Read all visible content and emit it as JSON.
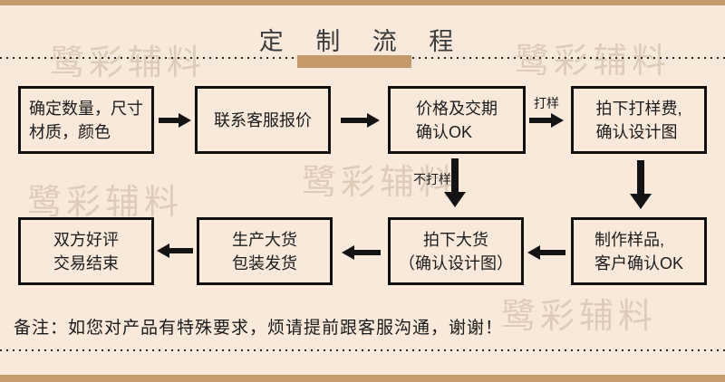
{
  "page": {
    "title": "定 制 流 程",
    "watermark_text": "鹭彩辅料",
    "note": "备注：如您对产品有特殊要求，烦请提前跟客服沟通，谢谢！",
    "colors": {
      "background": "#f9e9da",
      "brand_bar": "#c69c6e",
      "title_underline": "#c49a6b",
      "box_border": "#101010",
      "text": "#1c1c1c",
      "watermark": "rgba(150,128,102,0.28)"
    }
  },
  "flow": {
    "boxes": [
      {
        "id": "step-1",
        "lines": [
          "确定数量，尺寸",
          "材质，颜色"
        ]
      },
      {
        "id": "step-2",
        "lines": [
          "联系客服报价"
        ]
      },
      {
        "id": "step-3",
        "lines": [
          "价格及交期",
          "确认OK"
        ]
      },
      {
        "id": "step-4",
        "lines": [
          "拍下打样费,",
          "确认设计图"
        ]
      },
      {
        "id": "step-5",
        "lines": [
          "双方好评",
          "交易结束"
        ]
      },
      {
        "id": "step-6",
        "lines": [
          "生产大货",
          "包装发货"
        ]
      },
      {
        "id": "step-7",
        "lines": [
          "拍下大货",
          "（确认设计图）"
        ]
      },
      {
        "id": "step-8",
        "lines": [
          "制作样品,",
          "客户确认OK"
        ]
      }
    ],
    "arrow_labels": {
      "sample": "打样",
      "no_sample": "不打样"
    }
  }
}
